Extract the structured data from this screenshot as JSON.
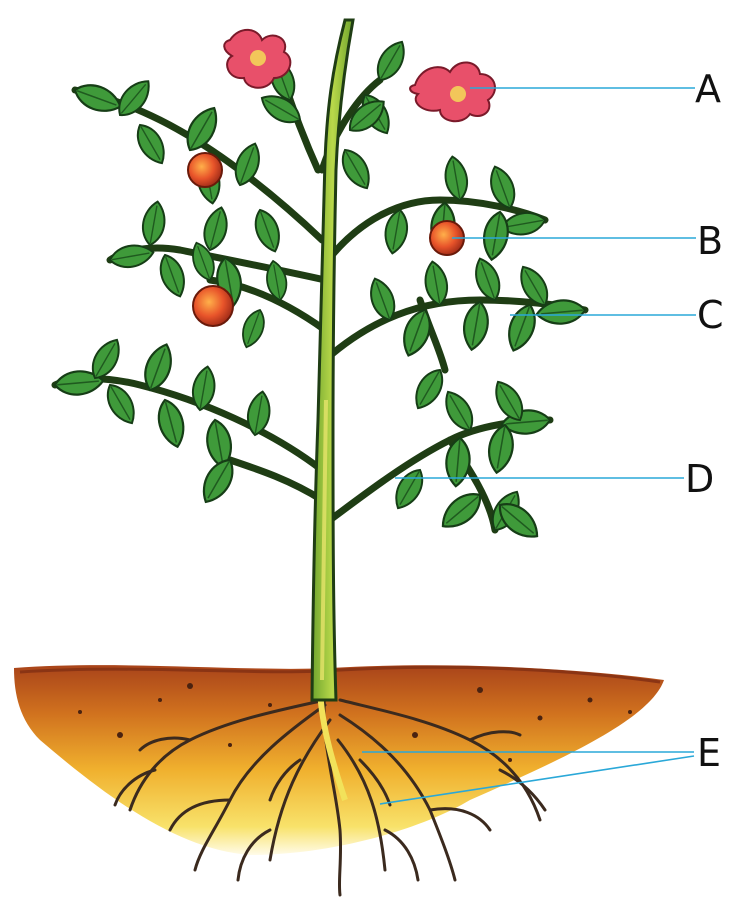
{
  "labels": {
    "a": "A",
    "b": "B",
    "c": "C",
    "d": "D",
    "e": "E"
  },
  "colors": {
    "leader_line": "#2aa8d8",
    "leaf": "#3f9a3a",
    "leaf_dark": "#1f5a1f",
    "stem": "#8fc03a",
    "stem_highlight": "#e6e36a",
    "flower": "#e8506a",
    "flower_center": "#f2c65a",
    "fruit": "#e4572a",
    "soil_top": "#b5521a",
    "soil_mid": "#e08a22",
    "soil_bottom": "#f7d44a",
    "root": "#3b2a1e"
  }
}
